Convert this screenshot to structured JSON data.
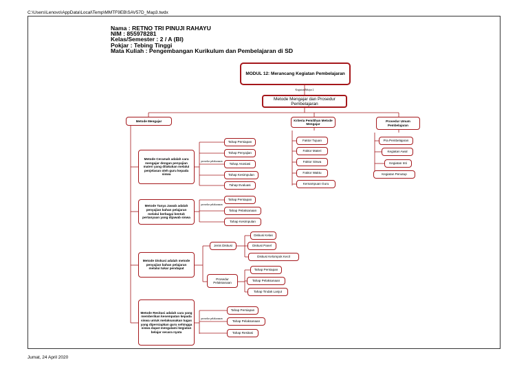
{
  "header_path": "C:\\Users\\Lenovo\\AppData\\Local\\Temp\\MMTF9EB\\SAV57D_Map3.twdx",
  "footer_date": "Jumat, 24 April 2020",
  "info": {
    "nama": "Nama  :  RETNO TRI PINUJI RAHAYU",
    "nim": "NIM  :  855978281",
    "kelas": "Kelas/Semester  :  2 / A (BI)",
    "pokjar": "Pokjar  :  Tebing Tinggi",
    "matkul": "Mata Kuliah  :  Pengembangan Kurikulum dan Pembelajaran di SD"
  },
  "map": {
    "root": "MODUL 12: Merancang Kegiatan Pembelajaran",
    "root_link": "Kegiatan Belajar 2",
    "main": "Metode Mengajar dan Prosedur Pembelajaran",
    "branches": {
      "metode": "Metode Mengajar",
      "kriteria": "Kriteria Pemilihan Metode Mengajar",
      "prosedur": "Prosedur Umum Pembelajaran"
    },
    "kriteria_items": [
      "Faktor Tujuan",
      "Faktor Materi",
      "Faktor Siswa",
      "Faktor Waktu",
      "Kemampuan Guru"
    ],
    "prosedur_items": [
      "Pra Pembelajaran",
      "Kegiatan Awal",
      "Kegiatan Inti",
      "Kegiatan Penutup"
    ],
    "ceramah": {
      "desc": "Metode Ceramah adalah cara mengajar dengan penyajian materi yang dilakukan melalui penjelasan oleh guru kepada siswa",
      "link": "prosedur pelaksanaan",
      "steps": [
        "Tahap Persiapan",
        "Tahap Penyajian",
        "Tahap Asosiasi",
        "Tahap Kesimpulan",
        "Tahap Evaluasi"
      ]
    },
    "tanyajawab": {
      "desc": "Metode Tanya Jawab adalah penyajian bahan pelajaran melalui berbagai bentuk pertanyaan yang dijawab siswa",
      "link": "prosedur pelaksanaan",
      "steps": [
        "Tahap Persiapan",
        "Tahap Pelaksanaan",
        "Tahap Kesimpulan"
      ]
    },
    "diskusi": {
      "desc": "Metode Diskusi adalah metode penyajian bahan pelajaran melalui tukar pendapat",
      "jenis": "Jenis Diskusi",
      "jenis_items": [
        "Diskusi Kelas",
        "Diskusi Panel",
        "Diskusi Kelompok Kecil"
      ],
      "prosedur": "Prosedur Pelaksanaan",
      "prosedur_items": [
        "Tahap Persiapan",
        "Tahap Pelaksanaan",
        "Tahap Tindak Lanjut"
      ]
    },
    "resitasi": {
      "desc": "Metode Resitasi adalah cara yang memberikan kesempatan kepada siswa untuk melaksanakan tugas yang dipersiapkan guru sehingga siswa dapat mengalami kegiatan belajar secara nyata",
      "link": "prosedur pelaksanaan",
      "steps": [
        "Tahap Persiapan",
        "Tahap Pelaksanaan",
        "Tahap Resitasi"
      ]
    }
  }
}
